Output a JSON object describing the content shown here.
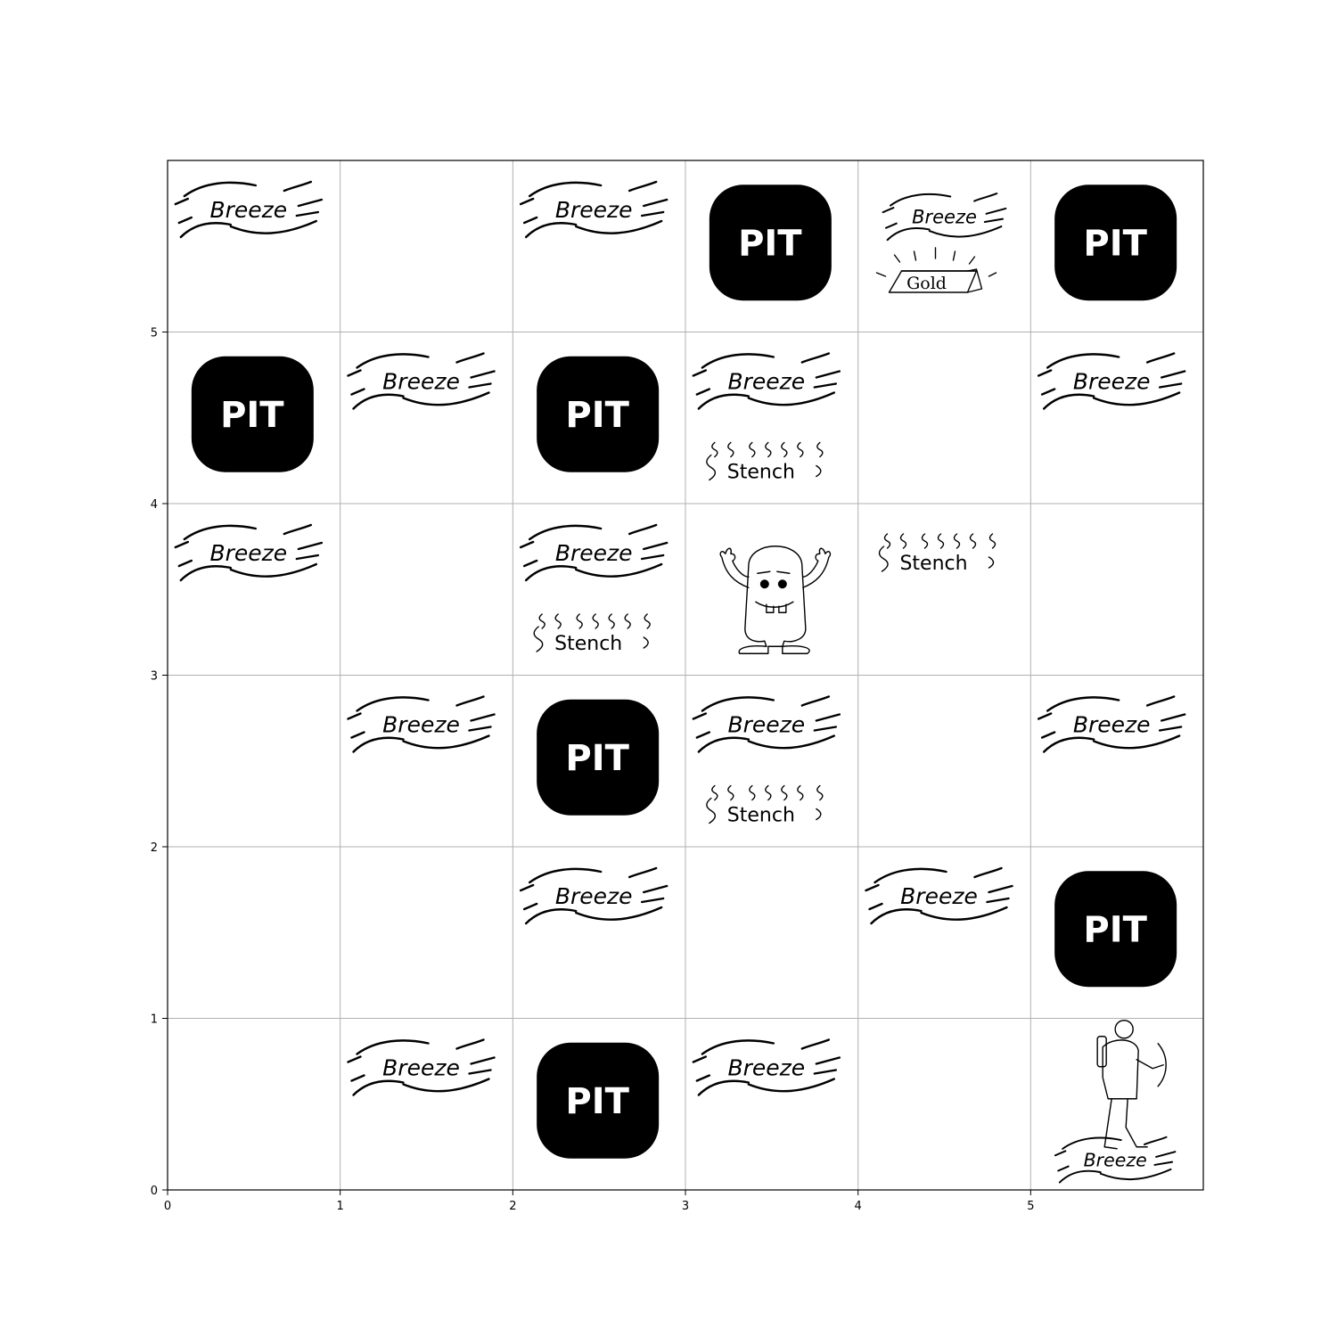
{
  "grid": {
    "cols": 6,
    "rows": 6,
    "x_ticks": [
      "0",
      "1",
      "2",
      "3",
      "4",
      "5"
    ],
    "y_ticks": [
      "0",
      "1",
      "2",
      "3",
      "4",
      "5"
    ]
  },
  "labels": {
    "pit": "PIT",
    "breeze": "Breeze",
    "stench": "Stench",
    "gold": "Gold"
  },
  "cells": [
    {
      "col": 0,
      "row": 5,
      "items": [
        "breeze"
      ]
    },
    {
      "col": 2,
      "row": 5,
      "items": [
        "breeze"
      ]
    },
    {
      "col": 3,
      "row": 5,
      "items": [
        "pit"
      ]
    },
    {
      "col": 4,
      "row": 5,
      "items": [
        "breeze",
        "gold"
      ]
    },
    {
      "col": 5,
      "row": 5,
      "items": [
        "pit"
      ]
    },
    {
      "col": 0,
      "row": 4,
      "items": [
        "pit"
      ]
    },
    {
      "col": 1,
      "row": 4,
      "items": [
        "breeze"
      ]
    },
    {
      "col": 2,
      "row": 4,
      "items": [
        "pit"
      ]
    },
    {
      "col": 3,
      "row": 4,
      "items": [
        "breeze",
        "stench"
      ]
    },
    {
      "col": 5,
      "row": 4,
      "items": [
        "breeze"
      ]
    },
    {
      "col": 0,
      "row": 3,
      "items": [
        "breeze"
      ]
    },
    {
      "col": 2,
      "row": 3,
      "items": [
        "breeze",
        "stench"
      ]
    },
    {
      "col": 3,
      "row": 3,
      "items": [
        "wumpus"
      ]
    },
    {
      "col": 4,
      "row": 3,
      "items": [
        "stench"
      ]
    },
    {
      "col": 1,
      "row": 2,
      "items": [
        "breeze"
      ]
    },
    {
      "col": 2,
      "row": 2,
      "items": [
        "pit"
      ]
    },
    {
      "col": 3,
      "row": 2,
      "items": [
        "breeze",
        "stench"
      ]
    },
    {
      "col": 5,
      "row": 2,
      "items": [
        "breeze"
      ]
    },
    {
      "col": 2,
      "row": 1,
      "items": [
        "breeze"
      ]
    },
    {
      "col": 4,
      "row": 1,
      "items": [
        "breeze"
      ]
    },
    {
      "col": 5,
      "row": 1,
      "items": [
        "pit"
      ]
    },
    {
      "col": 1,
      "row": 0,
      "items": [
        "breeze"
      ]
    },
    {
      "col": 2,
      "row": 0,
      "items": [
        "pit"
      ]
    },
    {
      "col": 3,
      "row": 0,
      "items": [
        "breeze"
      ]
    },
    {
      "col": 5,
      "row": 0,
      "items": [
        "agent",
        "breeze"
      ]
    }
  ],
  "icons": {
    "pit": "pit-icon",
    "breeze": "breeze-icon",
    "stench": "stench-icon",
    "gold": "gold-icon",
    "wumpus": "wumpus-icon",
    "agent": "agent-icon"
  },
  "colors": {
    "pit": "#000000",
    "grid": "#b0b0b0",
    "background": "#ffffff"
  }
}
